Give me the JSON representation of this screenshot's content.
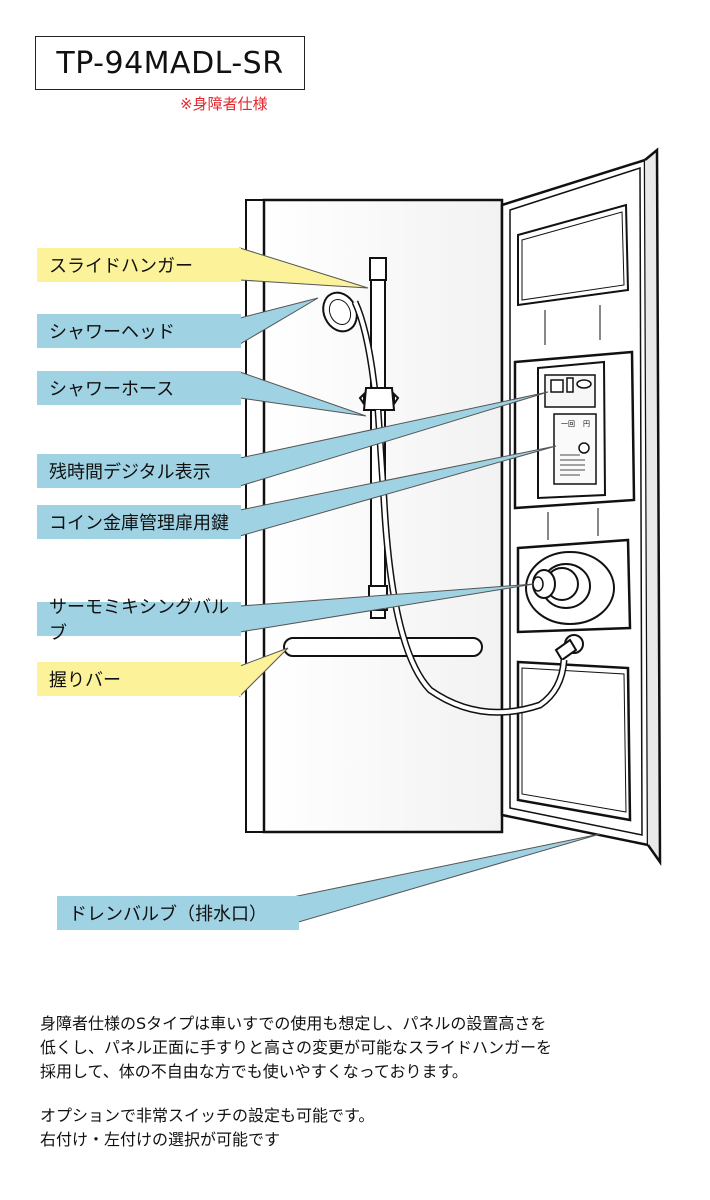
{
  "model": {
    "name": "TP-94MADL-SR",
    "note": "※身障者仕様"
  },
  "labels": [
    {
      "id": "slide-hanger",
      "text": "スライドハンガー",
      "color": "yellow"
    },
    {
      "id": "shower-head",
      "text": "シャワーヘッド",
      "color": "blue"
    },
    {
      "id": "shower-hose",
      "text": "シャワーホース",
      "color": "blue"
    },
    {
      "id": "digital-display",
      "text": "残時間デジタル表示",
      "color": "blue"
    },
    {
      "id": "coin-box-key",
      "text": "コイン金庫管理扉用鍵",
      "color": "blue"
    },
    {
      "id": "thermo-valve",
      "text": "サーモミキシングバルブ",
      "color": "blue"
    },
    {
      "id": "grab-bar",
      "text": "握りバー",
      "color": "yellow"
    },
    {
      "id": "drain-valve",
      "text": "ドレンバルブ（排水口）",
      "color": "blue"
    }
  ],
  "panel": {
    "counter_label": "一回",
    "counter_unit": "円"
  },
  "description": {
    "paragraph1": [
      "身障者仕様のSタイプは車いすでの使用も想定し、パネルの設置高さを",
      "低くし、パネル正面に手すりと高さの変更が可能なスライドハンガーを",
      "採用して、体の不自由な方でも使いやすくなっております。"
    ],
    "paragraph2": [
      "オプションで非常スイッチの設定も可能です。",
      "右付け・左付けの選択が可能です"
    ]
  },
  "colors": {
    "yellow": "#fbf29a",
    "blue": "#9fd2e3",
    "note_red": "#e3262d"
  }
}
